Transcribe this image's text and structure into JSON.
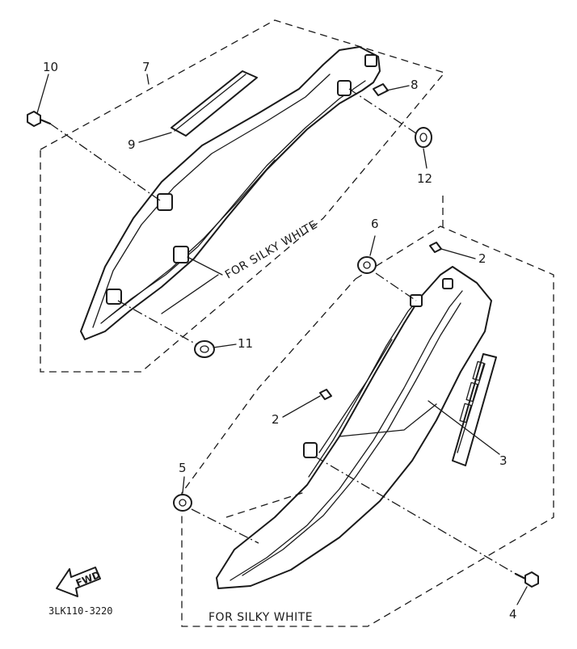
{
  "diagram": {
    "part_numbers": {
      "n1": "2",
      "n2": "2",
      "n3": "3",
      "n4": "4",
      "n5": "5",
      "n6": "6",
      "n7": "7",
      "n8": "8",
      "n9": "9",
      "n10": "10",
      "n11": "11",
      "n12": "12"
    },
    "notes": {
      "upper": "FOR SILKY WHITE",
      "lower": "FOR SILKY WHITE"
    },
    "forward_arrow": "FWD",
    "reference_code": "3LK110-3220"
  }
}
